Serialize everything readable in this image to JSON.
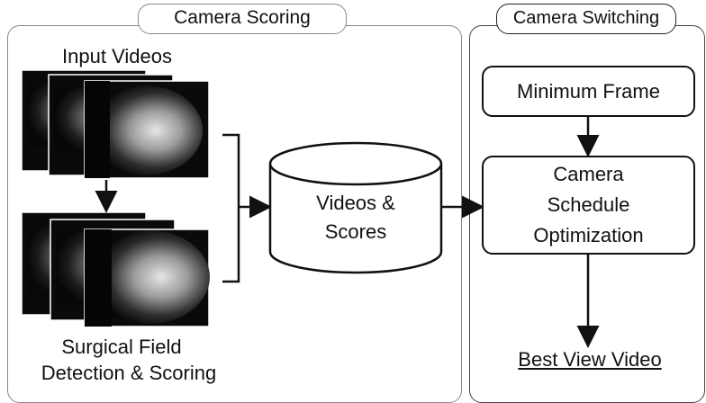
{
  "sections": {
    "scoring": {
      "title": "Camera Scoring"
    },
    "switching": {
      "title": "Camera Switching"
    }
  },
  "labels": {
    "input_videos": "Input Videos",
    "surgical_line1": "Surgical Field",
    "surgical_line2": "Detection & Scoring",
    "database_line1": "Videos &",
    "database_line2": "Scores",
    "minimum_frame": "Minimum Frame",
    "optimization_line1": "Camera",
    "optimization_line2": "Schedule",
    "optimization_line3": "Optimization",
    "best_view": "Best View Video"
  },
  "colors": {
    "stroke": "#111111",
    "panel_border": "#888888",
    "frame_dark": "#0a0a0a"
  }
}
